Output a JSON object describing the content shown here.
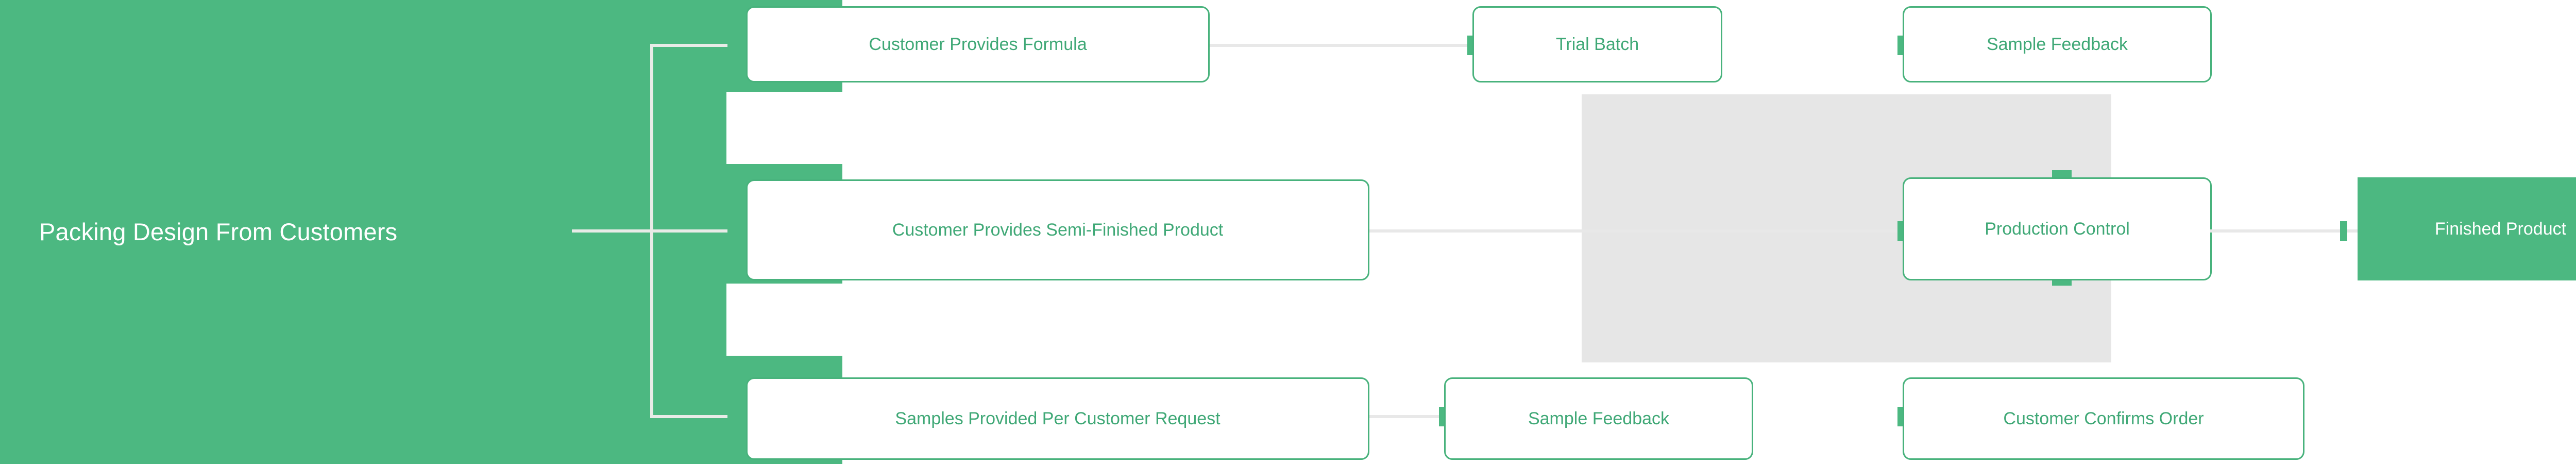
{
  "diagram": {
    "title": "Packing Design From Customers",
    "theme": {
      "brand_green": "#4CB881",
      "node_border_green": "#48B27C",
      "node_text_green": "#3FA876",
      "plate_gray": "#E6E6E6",
      "connector_gray": "#E8E8E8",
      "card_white": "#FFFFFF"
    },
    "root": {
      "label": "Packing Design From Customers"
    },
    "branches": [
      {
        "id": "branch-formula",
        "nodes": [
          {
            "id": "customer-provides-formula",
            "label": "Customer Provides Formula",
            "style": "outline"
          },
          {
            "id": "trial-batch",
            "label": "Trial Batch",
            "style": "outline"
          },
          {
            "id": "sample-feedback-top",
            "label": "Sample Feedback",
            "style": "outline"
          }
        ]
      },
      {
        "id": "branch-semi-finished",
        "nodes": [
          {
            "id": "customer-provides-semi-finished-product",
            "label": "Customer Provides Semi-Finished Product",
            "style": "outline"
          },
          {
            "id": "production-control",
            "label": "Production Control",
            "style": "outline"
          },
          {
            "id": "finished-product",
            "label": "Finished Product",
            "style": "filled"
          }
        ]
      },
      {
        "id": "branch-samples",
        "nodes": [
          {
            "id": "samples-provided-per-customer-request",
            "label": "Samples Provided Per Customer Request",
            "style": "outline"
          },
          {
            "id": "sample-feedback-bottom",
            "label": "Sample Feedback",
            "style": "outline"
          },
          {
            "id": "customer-confirms-order",
            "label": "Customer Confirms Order",
            "style": "outline"
          }
        ]
      }
    ]
  },
  "chart_data": {
    "type": "diagram",
    "title": "Packing Design From Customers",
    "nodes": [
      {
        "id": "root",
        "label": "Packing Design From Customers",
        "row": 2,
        "col": 0,
        "style": "filled-panel"
      },
      {
        "id": "n1",
        "label": "Customer Provides Formula",
        "row": 1,
        "col": 1,
        "style": "outline"
      },
      {
        "id": "n2",
        "label": "Trial Batch",
        "row": 1,
        "col": 2,
        "style": "outline"
      },
      {
        "id": "n3",
        "label": "Sample Feedback",
        "row": 1,
        "col": 3,
        "style": "outline"
      },
      {
        "id": "n4",
        "label": "Customer Provides Semi-Finished Product",
        "row": 2,
        "col": 1,
        "style": "outline"
      },
      {
        "id": "n5",
        "label": "Production Control",
        "row": 2,
        "col": 3,
        "style": "outline"
      },
      {
        "id": "n6",
        "label": "Finished Product",
        "row": 2,
        "col": 4,
        "style": "filled"
      },
      {
        "id": "n7",
        "label": "Samples Provided Per Customer Request",
        "row": 3,
        "col": 1,
        "style": "outline"
      },
      {
        "id": "n8",
        "label": "Sample Feedback",
        "row": 3,
        "col": 2,
        "style": "outline"
      },
      {
        "id": "n9",
        "label": "Customer Confirms Order",
        "row": 3,
        "col": 3,
        "style": "outline"
      }
    ],
    "edges": [
      {
        "from": "root",
        "to": "n1"
      },
      {
        "from": "root",
        "to": "n4"
      },
      {
        "from": "root",
        "to": "n7"
      },
      {
        "from": "n1",
        "to": "n2"
      },
      {
        "from": "n2",
        "to": "n3"
      },
      {
        "from": "n3",
        "to": "n5"
      },
      {
        "from": "n4",
        "to": "n5"
      },
      {
        "from": "n5",
        "to": "n6"
      },
      {
        "from": "n7",
        "to": "n8"
      },
      {
        "from": "n8",
        "to": "n9"
      },
      {
        "from": "n9",
        "to": "n5"
      }
    ],
    "legend": [],
    "xlabel": "",
    "ylabel": ""
  }
}
